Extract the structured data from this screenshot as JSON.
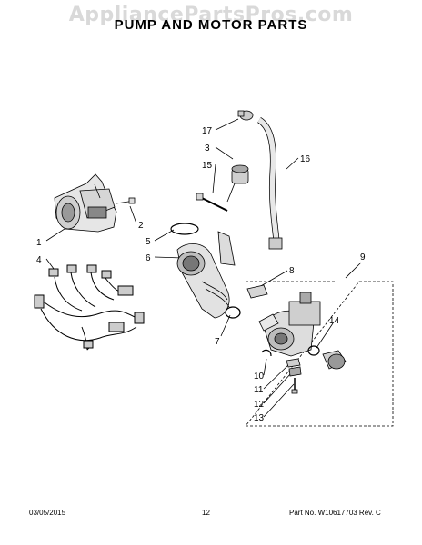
{
  "watermark": "AppliancePartsPros.com",
  "title": "PUMP AND MOTOR PARTS",
  "callouts": [
    "17",
    "3",
    "15",
    "16",
    "2",
    "1",
    "4",
    "5",
    "6",
    "8",
    "9",
    "14",
    "7",
    "10",
    "11",
    "12",
    "13"
  ],
  "footer": {
    "date": "03/05/2015",
    "page": "12",
    "part_number": "Part No. W10617703  Rev. C"
  }
}
